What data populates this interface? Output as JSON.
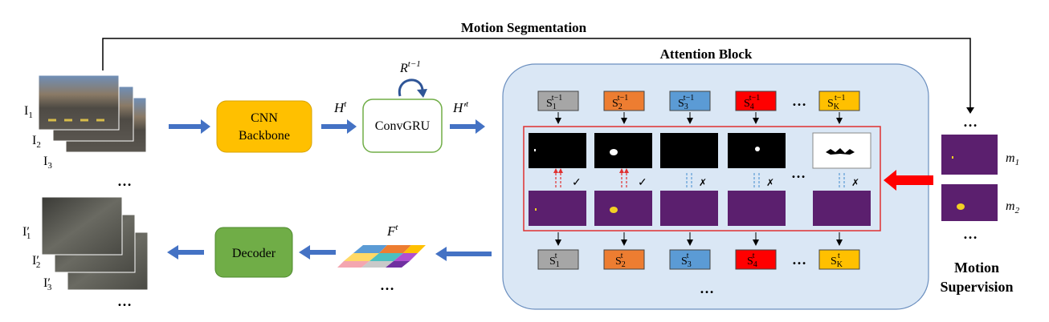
{
  "title": "Motion Segmentation",
  "attention": {
    "title": "Attention Block",
    "slots_prev": [
      "S",
      "S",
      "S",
      "S",
      "S"
    ],
    "slot_colors": [
      "#a6a6a6",
      "#ed7d31",
      "#5b9bd5",
      "#ff0000",
      "#ffc000"
    ],
    "slot_subs": [
      "1",
      "2",
      "3",
      "4",
      "K"
    ],
    "prev_sup": "t−1",
    "cur_sup": "t",
    "ellipsis": "…",
    "match_marks": [
      "✓",
      "✓",
      "✗",
      "✗",
      "✗"
    ]
  },
  "inputs": {
    "labels": [
      "I",
      "I",
      "I"
    ],
    "subs": [
      "1",
      "2",
      "3"
    ],
    "ellipsis": "…"
  },
  "outputs": {
    "labels": [
      "I′",
      "I′",
      "I′"
    ],
    "subs": [
      "1",
      "2",
      "3"
    ],
    "ellipsis": "…"
  },
  "cnn": {
    "line1": "CNN",
    "line2": "Backbone",
    "color": "#ffc000"
  },
  "convgru": {
    "label": "ConvGRU"
  },
  "decoder": {
    "label": "Decoder",
    "color": "#70ad47"
  },
  "symbols": {
    "H": "H",
    "H_sup": "t",
    "Hp": "H′",
    "Hp_sup": "t",
    "R": "R",
    "R_sup": "t−1",
    "F": "F",
    "F_sup": "t",
    "feat_ellipsis": "…"
  },
  "supervision": {
    "line1": "Motion",
    "line2": "Supervision",
    "masks": [
      "m",
      "m"
    ],
    "mask_subs": [
      "1",
      "2"
    ],
    "ellipsis": "…"
  },
  "colors": {
    "arrow_blue": "#4472c4",
    "arrow_red": "#ff0000",
    "panel_fill": "#dae7f5",
    "mask_purple": "#5b1f6e",
    "mask_yellow": "#f2d024"
  }
}
